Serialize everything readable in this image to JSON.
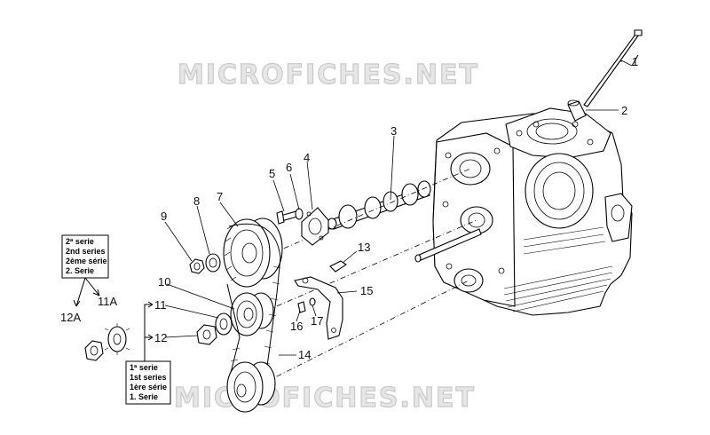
{
  "watermark": {
    "top": "MICROFICHES.NET",
    "bottom": "MICROFICHES.NET"
  },
  "callouts": {
    "c1": "1",
    "c2": "2",
    "c3": "3",
    "c4": "4",
    "c5": "5",
    "c6": "6",
    "c7": "7",
    "c8": "8",
    "c9": "9",
    "c10": "10",
    "c11": "11",
    "c11a": "11A",
    "c12": "12",
    "c12a": "12A",
    "c13": "13",
    "c14": "14",
    "c15": "15",
    "c16": "16",
    "c17": "17"
  },
  "series_note_2": {
    "line1": "2ª serie",
    "line2": "2nd series",
    "line3": "2ème série",
    "line4": "2. Serie"
  },
  "series_note_1": {
    "line1": "1ª serie",
    "line2": "1st series",
    "line3": "1ère série",
    "line4": "1. Serie"
  }
}
